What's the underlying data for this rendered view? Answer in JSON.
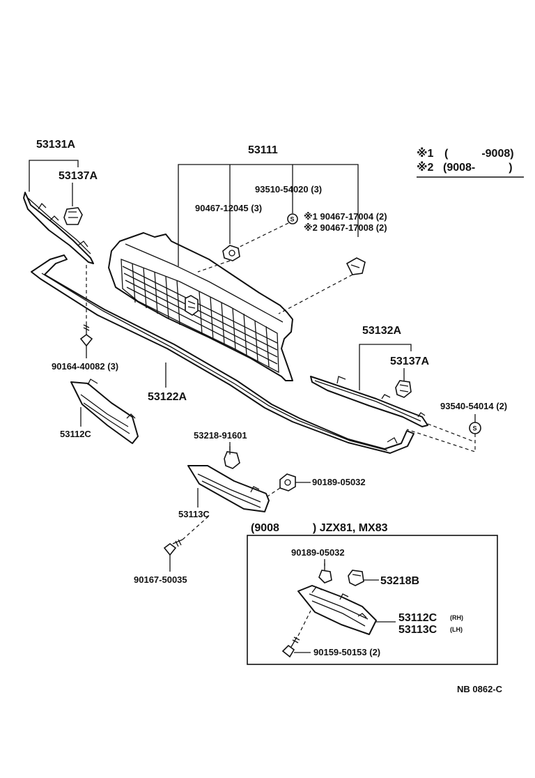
{
  "legend": {
    "row1_mark": "※1",
    "row1_text": "(　　　-9008)",
    "row2_mark": "※2",
    "row2_text": "(9008-　　　)"
  },
  "labels": {
    "p53131A": "53131A",
    "p53137A_left": "53137A",
    "p53111": "53111",
    "p93510": "93510-54020 (3)",
    "p90467_12045": "90467-12045 (3)",
    "p90467_17004": "※1 90467-17004 (2)",
    "p90467_17008": "※2 90467-17008 (2)",
    "p90164": "90164-40082 (3)",
    "p53132A": "53132A",
    "p53137A_right": "53137A",
    "p53122A": "53122A",
    "p93540": "93540-54014 (2)",
    "p53112C_left": "53112C",
    "p53218_91601": "53218-91601",
    "p90189_main": "90189-05032",
    "p53113C_left": "53113C",
    "p90167": "90167-50035",
    "inset_title": "(9008　　　)  JZX81, MX83",
    "inset_90189": "90189-05032",
    "inset_53218B": "53218B",
    "inset_53112C": "53112C",
    "inset_rh": "(RH)",
    "inset_53113C": "53113C",
    "inset_lh": "(LH)",
    "inset_90159": "90159-50153 (2)",
    "s_mark": "S",
    "footer_code": "NB  0862-C"
  }
}
